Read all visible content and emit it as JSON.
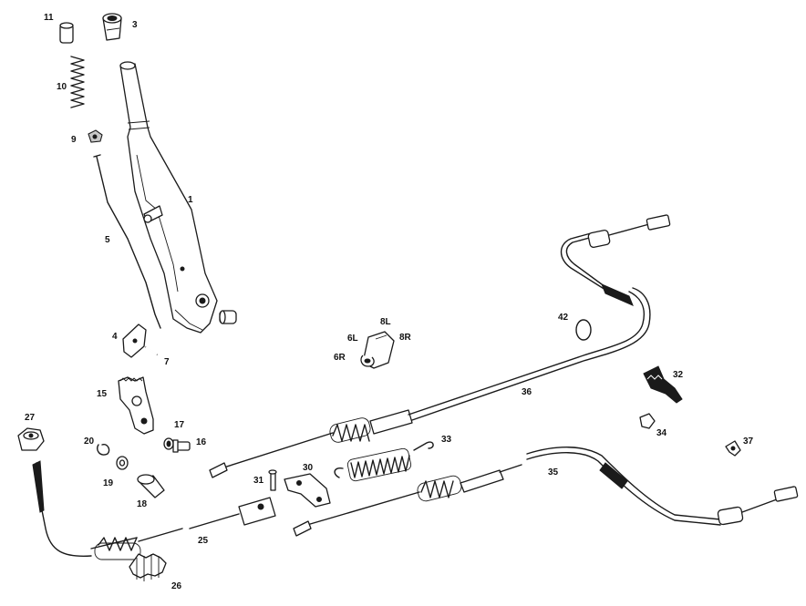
{
  "labels": {
    "p1": "1",
    "p3": "3",
    "p4": "4",
    "p5": "5",
    "p6l": "6L",
    "p6r": "6R",
    "p7": "7",
    "p8l": "8L",
    "p8r": "8R",
    "p9": "9",
    "p10": "10",
    "p11": "11",
    "p15": "15",
    "p16": "16",
    "p17": "17",
    "p18": "18",
    "p19": "19",
    "p20": "20",
    "p25": "25",
    "p26": "26",
    "p27": "27",
    "p30": "30",
    "p31": "31",
    "p32": "32",
    "p33": "33",
    "p34": "34",
    "p35": "35",
    "p36": "36",
    "p37": "37",
    "p42": "42"
  }
}
